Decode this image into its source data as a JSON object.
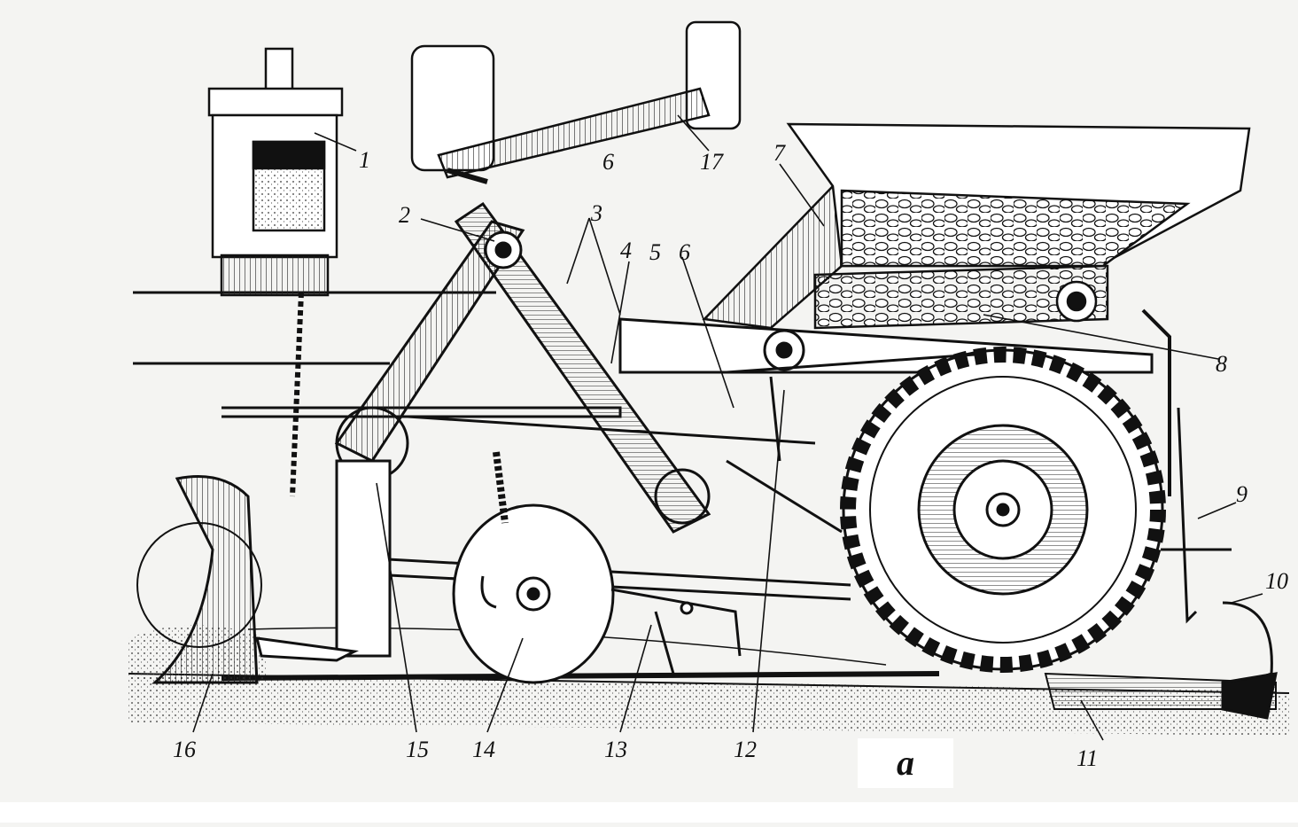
{
  "figure": {
    "caption": "а",
    "labels": {
      "l1": "1",
      "l2": "2",
      "l3": "3",
      "l4": "4",
      "l5": "5",
      "l6a": "6",
      "l6b": "6",
      "l7": "7",
      "l8": "8",
      "l9": "9",
      "l10": "10",
      "l11": "11",
      "l12": "12",
      "l13": "13",
      "l14": "14",
      "l15": "15",
      "l16": "16",
      "l17": "17"
    }
  },
  "colors": {
    "ink": "#1a1a1a",
    "paper": "#f4f4f2",
    "soil": "#e2e0da"
  }
}
